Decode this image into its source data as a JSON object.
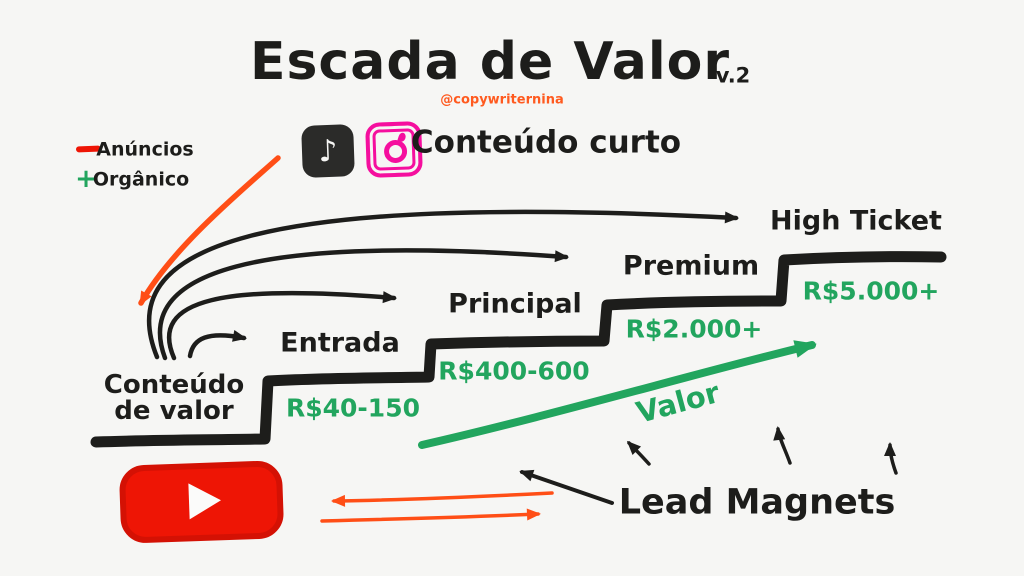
{
  "header": {
    "title": "Escada de Valor",
    "version": "v.2",
    "handle": "@copywriternina"
  },
  "legend": {
    "ads": "Anúncios",
    "organic": "Orgânico",
    "plus_glyph": "+"
  },
  "short_content": {
    "label": "Conteúdo curto",
    "tiktok_glyph": "♪"
  },
  "ladder": {
    "base_line1": "Conteúdo",
    "base_line2": "de valor",
    "steps": [
      {
        "label": "Entrada",
        "price": "R$40-150"
      },
      {
        "label": "Principal",
        "price": "R$400-600"
      },
      {
        "label": "Premium",
        "price": "R$2.000+"
      },
      {
        "label": "High Ticket",
        "price": "R$5.000+"
      }
    ]
  },
  "annotations": {
    "value_arrow": "Valor",
    "lead_magnets": "Lead Magnets"
  },
  "colors": {
    "ink": "#1d1d1b",
    "green": "#22a55e",
    "red": "#ee1505",
    "orange": "#ff4e16",
    "pink": "#f50f9e",
    "background": "#f6f6f4"
  }
}
